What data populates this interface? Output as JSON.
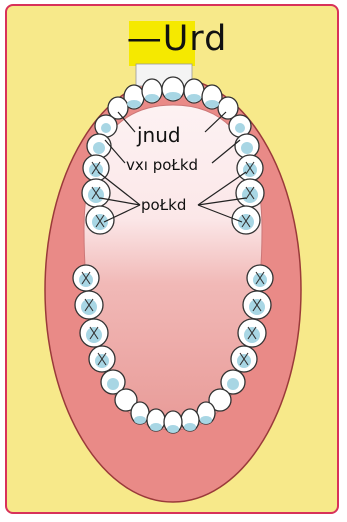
{
  "title": "—Urd",
  "labels": {
    "incisors": "jnud",
    "premolars": "vxı poŁkd",
    "molars": "poŁkd"
  },
  "colors": {
    "background": "#f7e98a",
    "border": "#d8325a",
    "title_highlight": "#f5e900",
    "gum": "#e88b8a",
    "palate": "#fbe9ea",
    "tongue": "#eaa3a0",
    "tooth": "#ffffff",
    "tooth_shadow": "#9ad0df"
  }
}
